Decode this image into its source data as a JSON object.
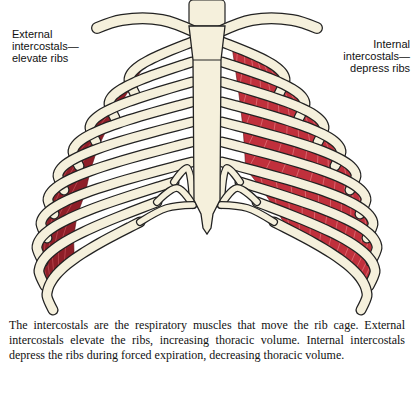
{
  "diagram": {
    "caption": "The intercostals are the respiratory muscles that move the rib cage. External intercostals elevate the ribs, increasing thoracic volume. Internal intercostals depress the ribs during forced expiration, decreasing thoracic volume.",
    "labels": [
      "External intercostals— elevate ribs",
      "Internal intercostals— depress ribs"
    ]
  }
}
